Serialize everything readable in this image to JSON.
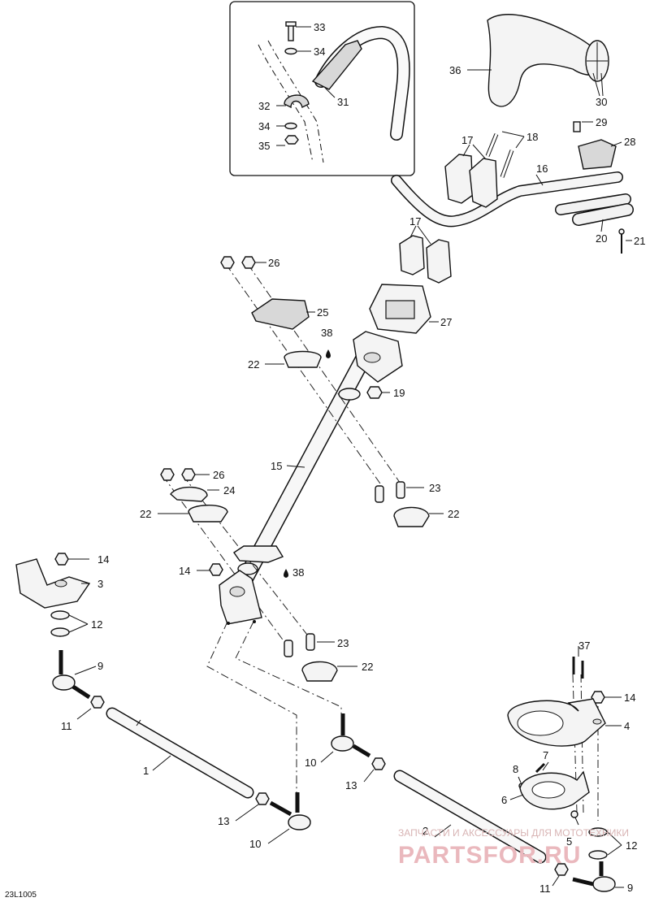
{
  "figure_code": "23L1005",
  "watermark": {
    "line1": "ЗАПЧАСТИ И АКСЕССУАРЫ ДЛЯ МОТОТЕХНИКИ",
    "line2": "PARTSFOR.RU"
  },
  "callouts": {
    "c1": "1",
    "c2": "2",
    "c3": "3",
    "c4": "4",
    "c5": "5",
    "c6": "6",
    "c7": "7",
    "c8": "8",
    "c9a": "9",
    "c9b": "9",
    "c10a": "10",
    "c10b": "10",
    "c11a": "11",
    "c11b": "11",
    "c12a": "12",
    "c12b": "12",
    "c13a": "13",
    "c13b": "13",
    "c14a": "14",
    "c14b": "14",
    "c14c": "14",
    "c15": "15",
    "c16": "16",
    "c17a": "17",
    "c17b": "17",
    "c18": "18",
    "c19": "19",
    "c20": "20",
    "c21": "21",
    "c22a": "22",
    "c22b": "22",
    "c22c": "22",
    "c22d": "22",
    "c23a": "23",
    "c23b": "23",
    "c24": "24",
    "c25": "25",
    "c26a": "26",
    "c26b": "26",
    "c27": "27",
    "c28": "28",
    "c29": "29",
    "c30": "30",
    "c31": "31",
    "c32": "32",
    "c33": "33",
    "c34a": "34",
    "c34b": "34",
    "c35": "35",
    "c36": "36",
    "c37": "37",
    "c38a": "38",
    "c38b": "38"
  }
}
